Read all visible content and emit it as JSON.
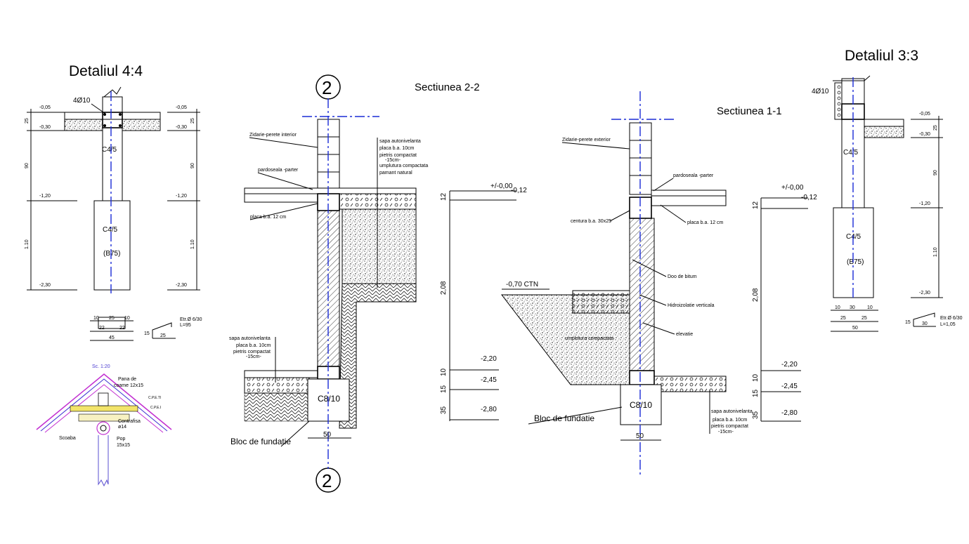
{
  "titles": {
    "detail_44": "Detaliul 4:4",
    "detail_33": "Detaliul 3:3",
    "section_22": "Sectiunea 2-2",
    "section_11": "Sectiunea 1-1"
  },
  "axis_marker": "2",
  "scale": "Sc. 1:20",
  "d44": {
    "bars": "4Ø10",
    "levels": [
      "-0,05",
      "-0,30",
      "-1,20",
      "-2,30"
    ],
    "dims": [
      "25",
      "90",
      "1.10"
    ],
    "column": "C4/5",
    "footing": "C4/5",
    "footing_class": "(B75)",
    "bottom_dims": [
      "10",
      "25",
      "10",
      "22",
      "22",
      "45"
    ],
    "stirrup_note": "Etr.Ø 6/30",
    "stirrup_len": "L=95",
    "stirrup_dims": [
      "15",
      "25"
    ]
  },
  "d33": {
    "bars": "4Ø10",
    "levels": [
      "-0,05",
      "-0,30",
      "-1,20",
      "-2,30"
    ],
    "dims": [
      "25",
      "90",
      "1.10"
    ],
    "column": "C4/5",
    "footing": "C4/5",
    "footing_class": "(B75)",
    "bottom_dims": [
      "10",
      "30",
      "10",
      "25",
      "25",
      "50"
    ],
    "stirrup_note": "Etr.Ø 6/30",
    "stirrup_len": "L=1,05",
    "stirrup_dims": [
      "15",
      "30"
    ]
  },
  "s22": {
    "labels": {
      "wall": "Zidarie-perete interior",
      "floor": "pardoseala -parter",
      "slab": "placa b.a. 12 cm",
      "layers_top": [
        "sapa autonivelanta",
        "placa b.a. 10cm",
        "pietris compactat",
        "-15cm-",
        "umplutura compactata",
        "pamant natural"
      ],
      "layers_bottom": [
        "sapa autonivelanta",
        "placa b.a. 10cm",
        "pietris compactat",
        "-15cm-"
      ],
      "footing": "C8/10",
      "bloc": "Bloc de fundatie",
      "width": "50"
    },
    "levels": [
      "+/-0,00",
      "-0,12",
      "-2,20",
      "-2,45",
      "-2,80"
    ],
    "dims": [
      "12",
      "2,08",
      "10",
      "15",
      "35"
    ]
  },
  "s11": {
    "labels": {
      "wall": "Zidarie-perete exterior",
      "floor": "pardoseala -parter",
      "belt": "centura b.a. 30x25",
      "slab": "placa b.a. 12 cm",
      "bitumen": "Doo de bitum",
      "hydro": "Hidroizolatie verticala",
      "elev": "elevatie",
      "fill": "umplutura compactata",
      "ctn": "-0,70 CTN",
      "layers": [
        "sapa autonivelanta",
        "placa b.a. 10cm",
        "pietris compactat",
        "-15cm-"
      ],
      "footing": "C8/10",
      "bloc": "Bloc de fundatie",
      "width": "50"
    },
    "levels": [
      "+/-0,00",
      "-0,12",
      "-2,20",
      "-2,45",
      "-2,80"
    ],
    "dims": [
      "12",
      "2,08",
      "10",
      "15",
      "35"
    ]
  },
  "roof": {
    "labels": [
      "Pana de",
      "coame 12x15",
      "Contrafisa",
      "ø14",
      "Scoaba",
      "Pop",
      "15x15",
      "C.P.E.TI",
      "C.P.E.I"
    ]
  }
}
